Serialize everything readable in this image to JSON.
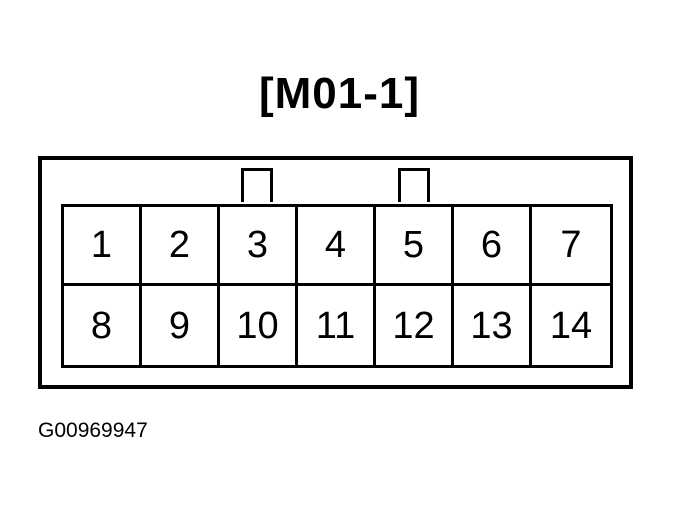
{
  "title": "[M01-1]",
  "connector": {
    "rows": [
      [
        "1",
        "2",
        "3",
        "4",
        "5",
        "6",
        "7"
      ],
      [
        "8",
        "9",
        "10",
        "11",
        "12",
        "13",
        "14"
      ]
    ]
  },
  "figure_id": "G00969947"
}
